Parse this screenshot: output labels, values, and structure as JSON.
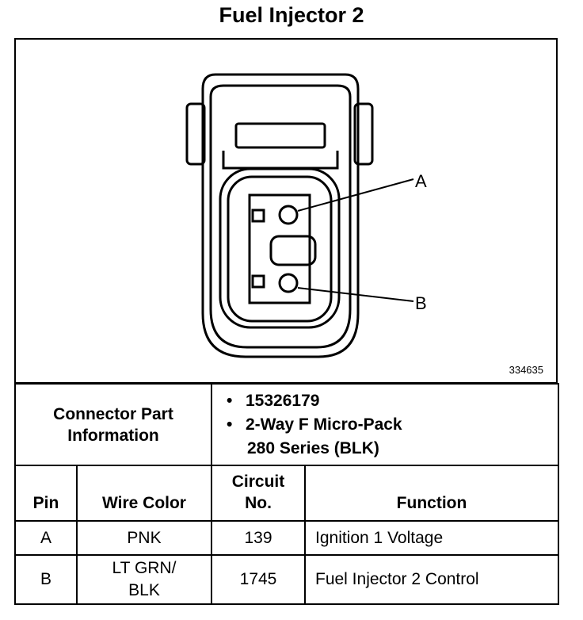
{
  "title": "Fuel Injector 2",
  "diagram": {
    "figure_number": "334635",
    "pin_labels": [
      "A",
      "B"
    ]
  },
  "connector_info": {
    "label_line1": "Connector Part",
    "label_line2": "Information",
    "part_number": "15326179",
    "description_line1": "2-Way F Micro-Pack",
    "description_line2": "280 Series (BLK)"
  },
  "table": {
    "headers": {
      "pin": "Pin",
      "wire_color": "Wire Color",
      "circuit_line1": "Circuit",
      "circuit_line2": "No.",
      "function": "Function"
    },
    "rows": [
      {
        "pin": "A",
        "wire_color_line1": "PNK",
        "wire_color_line2": "",
        "circuit": "139",
        "function": "Ignition 1 Voltage"
      },
      {
        "pin": "B",
        "wire_color_line1": "LT GRN/",
        "wire_color_line2": "BLK",
        "circuit": "1745",
        "function": "Fuel Injector 2 Control"
      }
    ]
  }
}
